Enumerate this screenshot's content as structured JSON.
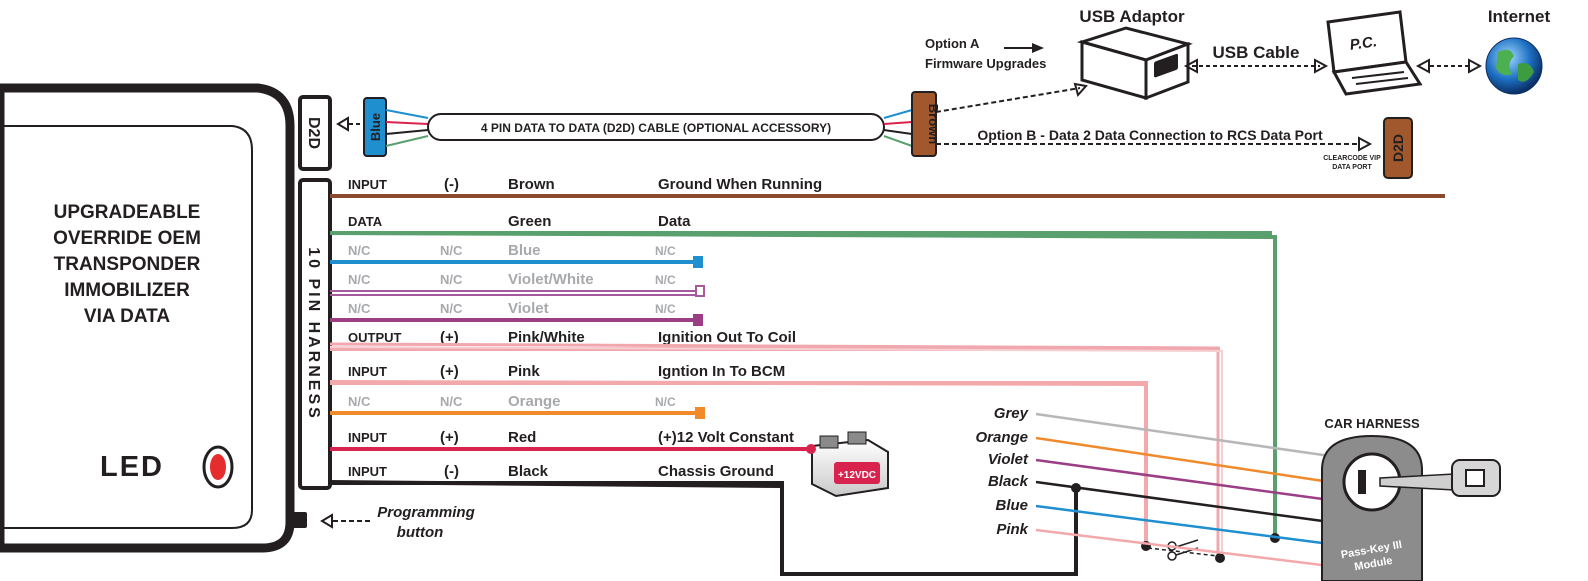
{
  "module": {
    "title_lines": [
      "UPGRADEABLE",
      "OVERRIDE OEM",
      "TRANSPONDER",
      "IMMOBILIZER",
      "VIA DATA"
    ],
    "led_label": "LED",
    "d2d_port_label": "D2D",
    "harness_label": "10 PIN HARNESS",
    "programming_button_lines": [
      "Programming",
      "button"
    ]
  },
  "d2d_cable": {
    "label": "4 PIN DATA TO DATA (D2D) CABLE (OPTIONAL ACCESSORY)",
    "left_connector": "Blue",
    "right_connector": "Brown"
  },
  "wires": [
    {
      "function": "INPUT",
      "polarity": "(-)",
      "color_name": "Brown",
      "description": "Ground When Running",
      "hex": "#8b4a2e",
      "active": true
    },
    {
      "function": "DATA",
      "polarity": "",
      "color_name": "Green",
      "description": "Data",
      "hex": "#5aa06e",
      "active": true
    },
    {
      "function": "N/C",
      "polarity": "N/C",
      "color_name": "Blue",
      "description": "N/C",
      "hex": "#1f8fd0",
      "active": false
    },
    {
      "function": "N/C",
      "polarity": "N/C",
      "color_name": "Violet/White",
      "description": "N/C",
      "hex": "#a45a9c",
      "active": false
    },
    {
      "function": "N/C",
      "polarity": "N/C",
      "color_name": "Violet",
      "description": "N/C",
      "hex": "#9c3e86",
      "active": false
    },
    {
      "function": "OUTPUT",
      "polarity": "(+)",
      "color_name": "Pink/White",
      "description": "Ignition Out To Coil",
      "hex": "#f1a7ae",
      "active": true
    },
    {
      "function": "INPUT",
      "polarity": "(+)",
      "color_name": "Pink",
      "description": "Igntion In To BCM",
      "hex": "#f3a9ab",
      "active": true
    },
    {
      "function": "N/C",
      "polarity": "N/C",
      "color_name": "Orange",
      "description": "N/C",
      "hex": "#f08a2a",
      "active": false
    },
    {
      "function": "INPUT",
      "polarity": "(+)",
      "color_name": "Red",
      "description": "(+)12 Volt Constant",
      "hex": "#d9234f",
      "active": true
    },
    {
      "function": "INPUT",
      "polarity": "(-)",
      "color_name": "Black",
      "description": "Chassis Ground",
      "hex": "#231f20",
      "active": true
    }
  ],
  "battery_label": "+12VDC",
  "usb": {
    "adaptor_label": "USB Adaptor",
    "cable_label": "USB Cable",
    "pc_label": "P.C.",
    "internet_label": "Internet",
    "option_a_lines": [
      "Option A",
      "Firmware Upgrades"
    ],
    "option_b": "Option B - Data 2 Data Connection to RCS Data Port",
    "rcs_port_label": "D2D",
    "rcs_port_caption_lines": [
      "CLEARCODE VIP",
      "DATA PORT"
    ]
  },
  "car_harness": {
    "title": "CAR HARNESS",
    "wires": [
      {
        "name": "Grey",
        "hex": "#b7b7b7"
      },
      {
        "name": "Orange",
        "hex": "#f08a2a"
      },
      {
        "name": "Violet",
        "hex": "#9c3e86"
      },
      {
        "name": "Black",
        "hex": "#231f20"
      },
      {
        "name": "Blue",
        "hex": "#1f8fd0"
      },
      {
        "name": "Pink",
        "hex": "#f3a9ab"
      }
    ],
    "module_label_lines": [
      "Pass-Key III",
      "Module"
    ]
  }
}
